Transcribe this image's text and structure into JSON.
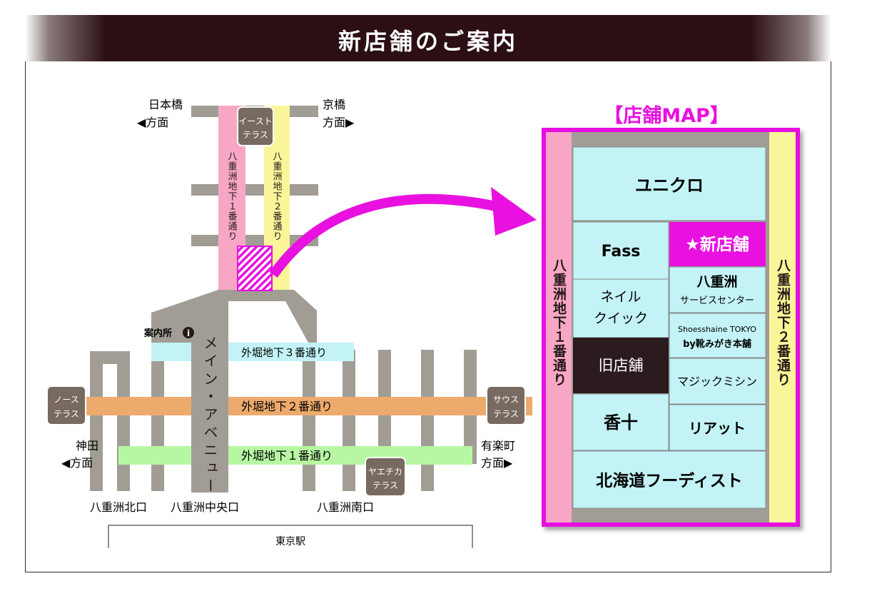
{
  "page_title": "新店舗のご案内",
  "colors": {
    "header_bg": "#2b0f15",
    "magenta": "#e811e0",
    "pink_passage": "#f7a7c5",
    "yellow_passage": "#fbf59a",
    "cyan_passage": "#c3f3f6",
    "orange_passage": "#edaa6d",
    "green_passage": "#b7f7a3",
    "gray_corridor": "#a19d95",
    "terrace_box": "#786a60",
    "old_store": "#2b1a1e"
  },
  "area_map": {
    "directions": {
      "nihonbashi": "日本橋",
      "nihonbashi_dir": "◀方面",
      "kyobashi": "京橋",
      "kyobashi_dir": "方面▶",
      "kanda": "神田",
      "kanda_dir": "◀方面",
      "yurakucho": "有楽町",
      "yurakucho_dir": "方面▶"
    },
    "terraces": {
      "east": [
        "イースト",
        "テラス"
      ],
      "north": [
        "ノース",
        "テラス"
      ],
      "south": [
        "サウス",
        "テラス"
      ],
      "yaechika": [
        "ヤエチカ",
        "テラス"
      ]
    },
    "passages": {
      "yaesu1": "八重洲地下１番通り",
      "yaesu2": "八重洲地下２番通り",
      "sotobori3": "外堀地下３番通り",
      "sotobori2": "外堀地下２番通り",
      "sotobori1": "外堀地下１番通り",
      "main_avenue": "メイン・アベニュー"
    },
    "info_center": "案内所",
    "exits": {
      "north": "八重洲北口",
      "central": "八重洲中央口",
      "south": "八重洲南口"
    },
    "station": "東京駅"
  },
  "store_map": {
    "caption": "【店舗MAP】",
    "left_passage": "八重洲地下１番通り",
    "right_passage": "八重洲地下２番通り",
    "stores": {
      "uniqlo": "ユニクロ",
      "fass": "Fass",
      "new_store": "★新店舗",
      "yaesu_service_line1": "八重洲",
      "yaesu_service_line2": "サービスセンター",
      "nail_quick_line1": "ネイル",
      "nail_quick_line2": "クイック",
      "shoeshine_line1": "Shoesshaine TOKYO",
      "shoeshine_line2": "by靴みがき本舗",
      "old_store": "旧店舗",
      "magic_mishin": "マジックミシン",
      "kouju": "香十",
      "riatto": "リアット",
      "hokkaido": "北海道フーディスト"
    }
  }
}
